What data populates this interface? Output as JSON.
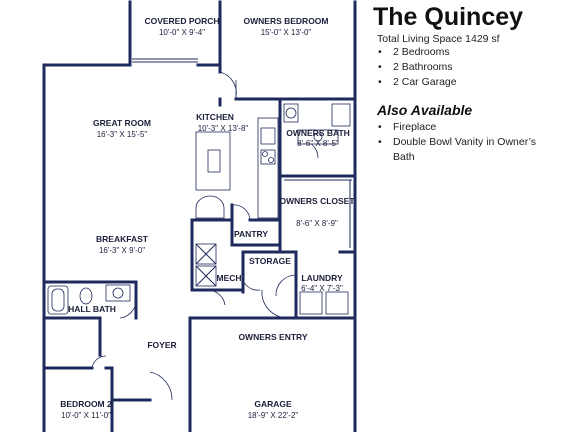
{
  "plan": {
    "title": "The Quincey",
    "total_living_space": "Total Living Space 1429 sf",
    "features": [
      "2 Bedrooms",
      "2 Bathrooms",
      "2 Car Garage"
    ],
    "also_available_heading": "Also Available",
    "also_available": [
      "Fireplace",
      "Double Bowl Vanity in Owner’s Bath"
    ]
  },
  "rooms": {
    "covered_porch": {
      "name": "COVERED PORCH",
      "dim": "10'-0\" X 9'-4\""
    },
    "owners_bedroom": {
      "name": "OWNERS BEDROOM",
      "dim": "15'-0\" X 13'-0\""
    },
    "great_room": {
      "name": "GREAT ROOM",
      "dim": "16'-3\" X 15'-5\""
    },
    "kitchen": {
      "name": "KITCHEN",
      "dim": "10'-3\" X 13'-8\""
    },
    "owners_bath": {
      "name": "OWNERS BATH",
      "dim": "8'-6\" X 8'-5\""
    },
    "owners_closet": {
      "name": "OWNERS CLOSET",
      "dim": "8'-6\" X 8'-9\""
    },
    "breakfast": {
      "name": "BREAKFAST",
      "dim": "16'-3\" X 9'-0\""
    },
    "pantry": {
      "name": "PANTRY"
    },
    "mech": {
      "name": "MECH"
    },
    "storage": {
      "name": "STORAGE"
    },
    "laundry": {
      "name": "LAUNDRY",
      "dim": "6'-4\" X 7'-3\""
    },
    "hall_bath": {
      "name": "HALL BATH"
    },
    "foyer": {
      "name": "FOYER"
    },
    "owners_entry": {
      "name": "OWNERS ENTRY"
    },
    "bedroom_2": {
      "name": "BEDROOM 2",
      "dim": "10'-0\" X 11'-0\""
    },
    "garage": {
      "name": "GARAGE",
      "dim": "18'-9\" X 22'-2\""
    }
  },
  "colors": {
    "wall": "#1f2a5c",
    "text": "#1b1f3a",
    "background": "#ffffff"
  }
}
